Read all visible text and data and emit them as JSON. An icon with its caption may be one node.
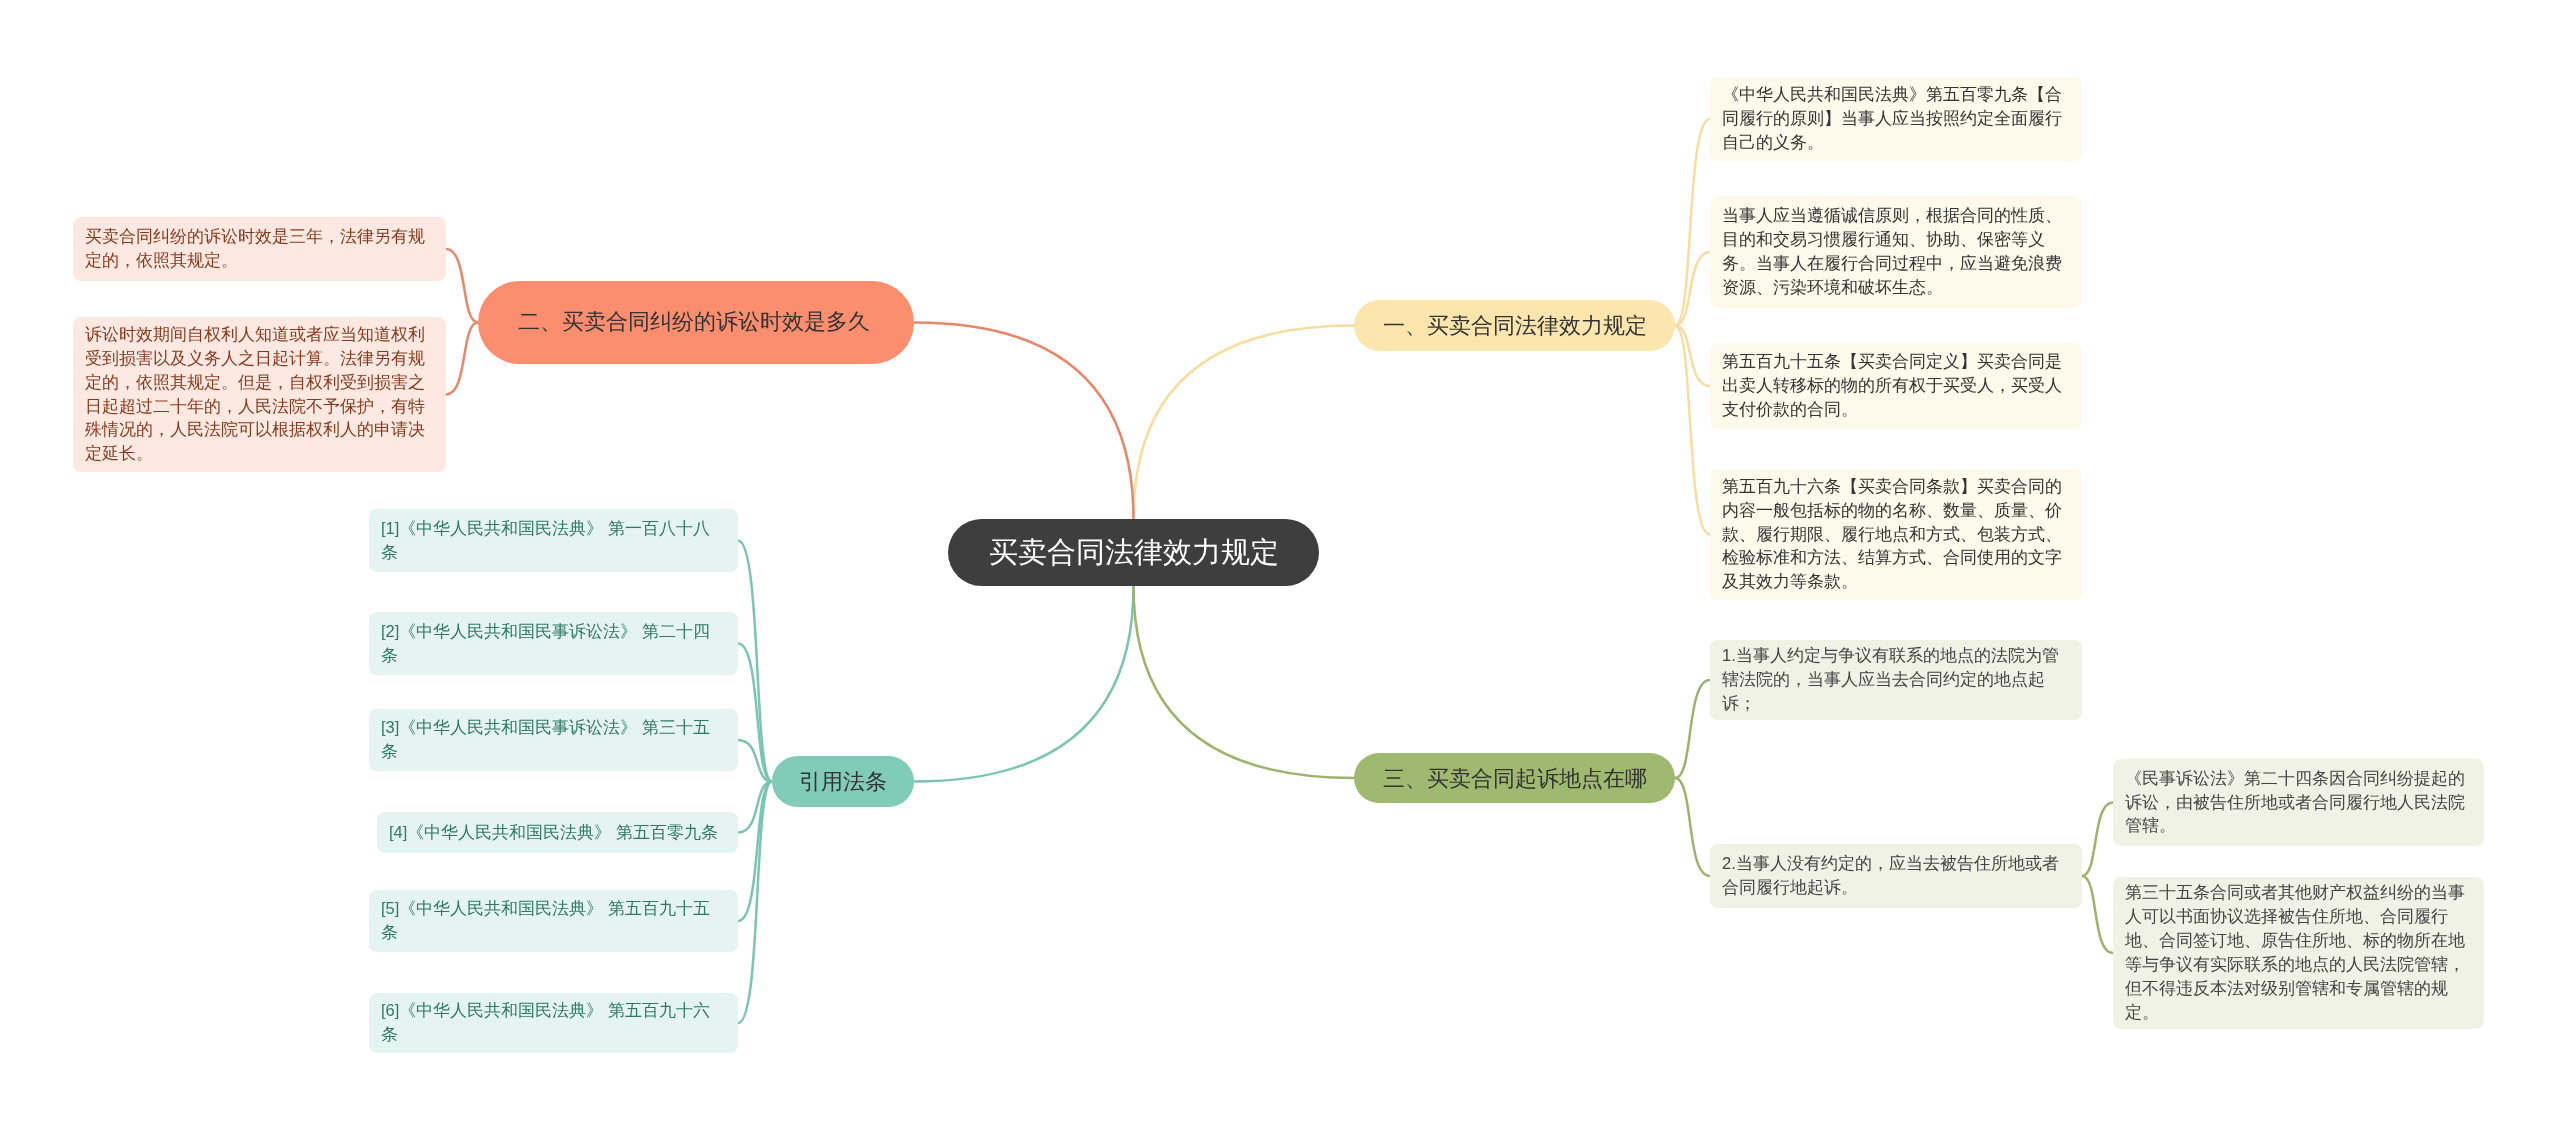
{
  "diagram": {
    "nodes": [
      {
        "text": [
          "买卖合同法律效力规定"
        ]
      },
      {
        "text": [
          "一、买卖合同法律效力规定"
        ]
      },
      {
        "text": [
          "《中华人民共和国民法典》第五百零九条【合同履行的原则】当事人应当按照约定全面履行自己的义务。"
        ]
      },
      {
        "text": [
          "当事人应当遵循诚信原则，根据合同的性质、目的和交易习惯履行通知、协助、保密等义务。当事人在履行合同过程中，应当避免浪费资源、污染环境和破坏生态。"
        ]
      },
      {
        "text": [
          "第五百九十五条【买卖合同定义】买卖合同是出卖人转移标的物的所有权于买受人，买受人支付价款的合同。"
        ]
      },
      {
        "text": [
          "第五百九十六条【买卖合同条款】买卖合同的内容一般包括标的物的名称、数量、质量、价款、履行期限、履行地点和方式、包装方式、检验标准和方法、结算方式、合同使用的文字及其效力等条款。"
        ]
      },
      {
        "text": [
          "二、买卖合同纠纷的诉讼时效是多久"
        ]
      },
      {
        "text": [
          "买卖合同纠纷的诉讼时效是三年，法律另有规定的，依照其规定。"
        ]
      },
      {
        "text": [
          "诉讼时效期间自权利人知道或者应当知道权利受到损害以及义务人之日起计算。法律另有规定的，依照其规定。但是，自权利受到损害之日起超过二十年的，人民法院不予保护，有特殊情况的，人民法院可以根据权利人的申请决定延长。"
        ]
      },
      {
        "text": [
          "引用法条"
        ]
      },
      {
        "text": [
          "[1]《中华人民共和国民法典》 第一百八十八条"
        ]
      },
      {
        "text": [
          "[2]《中华人民共和国民事诉讼法》 第二十四条"
        ]
      },
      {
        "text": [
          "[3]《中华人民共和国民事诉讼法》 第三十五条"
        ]
      },
      {
        "text": [
          "[4]《中华人民共和国民法典》 第五百零九条"
        ]
      },
      {
        "text": [
          "[5]《中华人民共和国民法典》 第五百九十五条"
        ]
      },
      {
        "text": [
          "[6]《中华人民共和国民法典》 第五百九十六条"
        ]
      },
      {
        "text": [
          "三、买卖合同起诉地点在哪"
        ]
      },
      {
        "text": [
          "1.当事人约定与争议有联系的地点的法院为管辖法院的，当事人应当去合同约定的地点起诉；"
        ]
      },
      {
        "text": [
          "2.当事人没有约定的，应当去被告住所地或者合同履行地起诉。"
        ]
      },
      {
        "text": [
          "《民事诉讼法》第二十四条因合同纠纷提起的诉讼，由被告住所地或者合同履行地人民法院管辖。"
        ]
      },
      {
        "text": [
          "第三十五条合同或者其他财产权益纠纷的当事人可以书面协议选择被告住所地、合同履行地、合同签订地、原告住所地、标的物所在地等与争议有实际联系的地点的人民法院管辖，但不得违反本法对级别管辖和专属管辖的规定。"
        ]
      }
    ],
    "edges": [
      {
        "from": 0,
        "to": 1,
        "arrow": "none",
        "color": "#f7dea0"
      },
      {
        "from": 1,
        "to": 2,
        "arrow": "none",
        "color": "#f7dea0"
      },
      {
        "from": 1,
        "to": 3,
        "arrow": "none",
        "color": "#f7dea0"
      },
      {
        "from": 1,
        "to": 4,
        "arrow": "none",
        "color": "#f7dea0"
      },
      {
        "from": 1,
        "to": 5,
        "arrow": "none",
        "color": "#f7dea0"
      },
      {
        "from": 0,
        "to": 6,
        "arrow": "none",
        "color": "#e8876a"
      },
      {
        "from": 6,
        "to": 7,
        "arrow": "none",
        "color": "#e8876a"
      },
      {
        "from": 6,
        "to": 8,
        "arrow": "none",
        "color": "#e8876a"
      },
      {
        "from": 0,
        "to": 9,
        "arrow": "none",
        "color": "#7cc4b4"
      },
      {
        "from": 9,
        "to": 10,
        "arrow": "none",
        "color": "#7cc4b4"
      },
      {
        "from": 9,
        "to": 11,
        "arrow": "none",
        "color": "#7cc4b4"
      },
      {
        "from": 9,
        "to": 12,
        "arrow": "none",
        "color": "#7cc4b4"
      },
      {
        "from": 9,
        "to": 13,
        "arrow": "none",
        "color": "#7cc4b4"
      },
      {
        "from": 9,
        "to": 14,
        "arrow": "none",
        "color": "#7cc4b4"
      },
      {
        "from": 9,
        "to": 15,
        "arrow": "none",
        "color": "#7cc4b4"
      },
      {
        "from": 0,
        "to": 16,
        "arrow": "none",
        "color": "#9db36e"
      },
      {
        "from": 16,
        "to": 17,
        "arrow": "none",
        "color": "#9db36e"
      },
      {
        "from": 16,
        "to": 18,
        "arrow": "none",
        "color": "#9db36e"
      },
      {
        "from": 18,
        "to": 19,
        "arrow": "none",
        "color": "#9db36e"
      },
      {
        "from": 18,
        "to": 20,
        "arrow": "none",
        "color": "#9db36e"
      }
    ]
  }
}
